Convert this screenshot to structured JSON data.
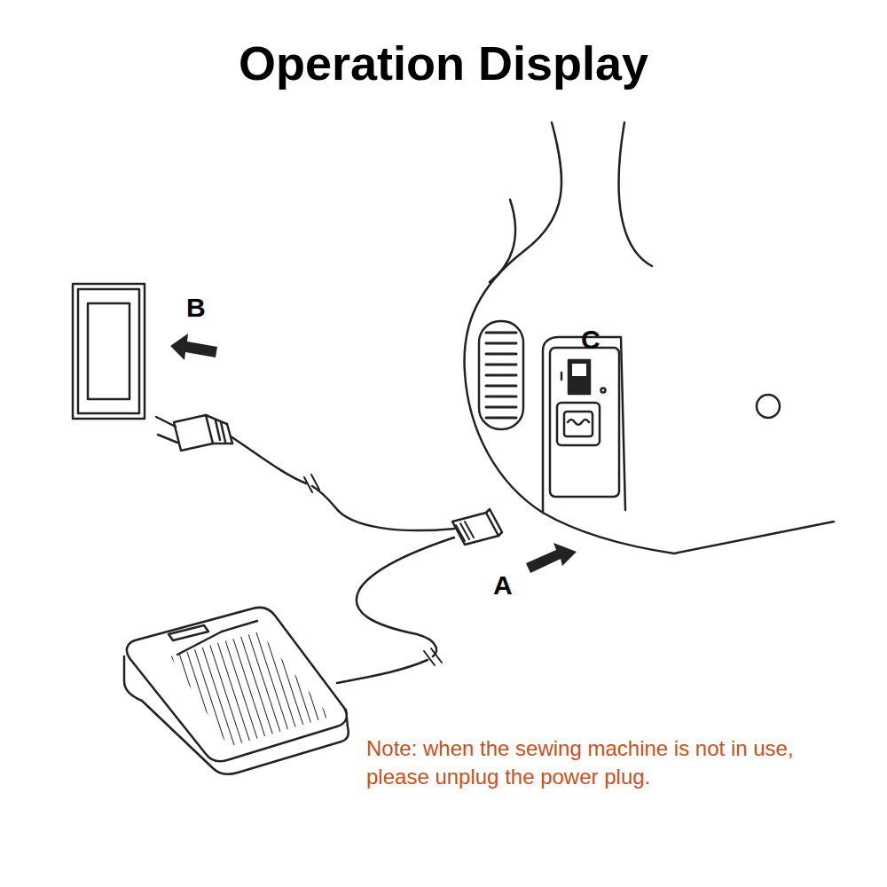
{
  "diagram": {
    "title": "Operation Display",
    "labels": [
      "B",
      "C",
      "A",
      "Note: when the sewing machine is not in use, please unplug the power plug."
    ]
  }
}
